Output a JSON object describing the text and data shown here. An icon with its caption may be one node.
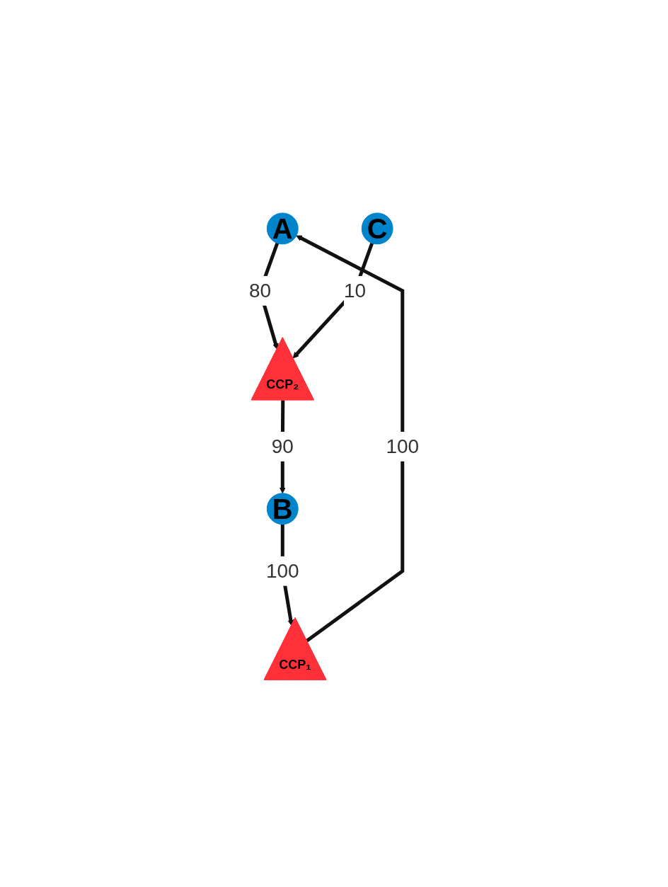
{
  "diagram": {
    "nodes": [
      {
        "text": [
          "A"
        ]
      },
      {
        "text": [
          "B"
        ]
      },
      {
        "text": [
          "CCP₁"
        ]
      },
      {
        "text": [
          "CCP₂"
        ]
      },
      {
        "text": [
          "C"
        ]
      }
    ],
    "edges": [
      {
        "from": 2,
        "to": 0,
        "arrow": "to",
        "label": "100"
      },
      {
        "from": 1,
        "to": 2,
        "arrow": "to",
        "label": "100"
      },
      {
        "from": 0,
        "to": 3,
        "arrow": "to",
        "label": "80"
      },
      {
        "from": 3,
        "to": 1,
        "arrow": "to",
        "label": "90"
      },
      {
        "from": 4,
        "to": 3,
        "arrow": "to",
        "label": "10"
      }
    ]
  }
}
